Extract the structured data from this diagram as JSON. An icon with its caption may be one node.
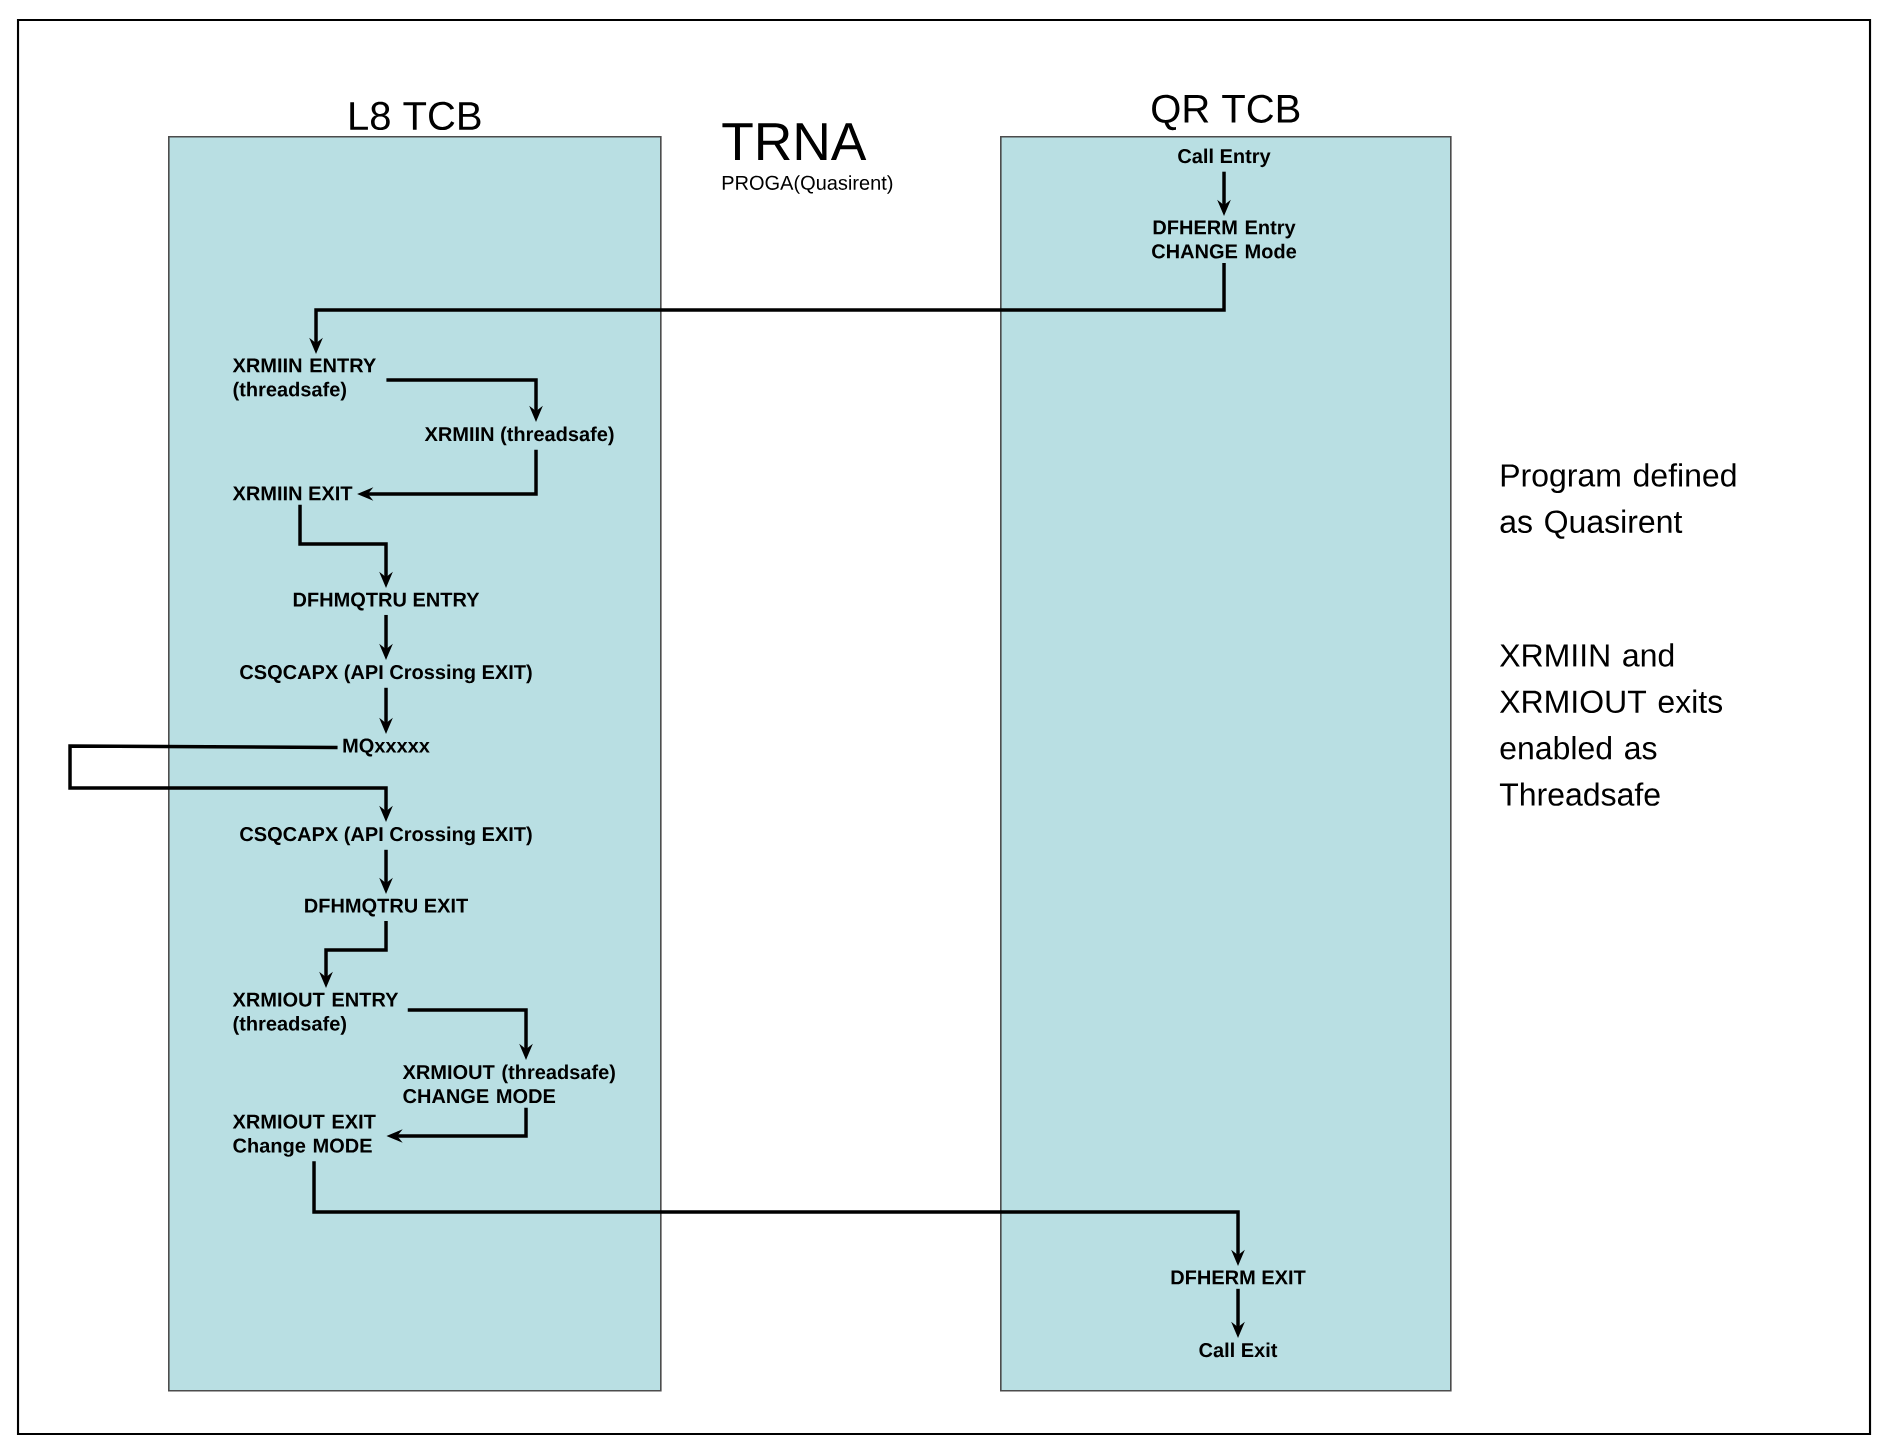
{
  "diagram": {
    "nodes": [
      {
        "text": [
          "L8 TCB"
        ]
      },
      {
        "text": [
          "QR TCB"
        ]
      },
      {
        "text": [
          "XRMIIN ENTRY (threadsafe)"
        ],
        "in": 0
      },
      {
        "text": [
          "XRMIIN (threadsafe)"
        ],
        "in": 0
      },
      {
        "text": [
          "XRMIIN EXIT"
        ],
        "in": 0
      },
      {
        "text": [
          "DFHMQTRU ENTRY"
        ],
        "in": 0
      },
      {
        "text": [
          "CSQCAPX (API Crossing EXIT)"
        ],
        "in": 0
      },
      {
        "text": [
          "MQxxxxx"
        ],
        "in": 0
      },
      {
        "text": [
          "CSQCAPX (API Crossing EXIT)"
        ],
        "in": 0
      },
      {
        "text": [
          "DFHMQTRU EXIT"
        ],
        "in": 0
      },
      {
        "text": [
          "XRMIOUT ENTRY (threadsafe)"
        ],
        "in": 0
      },
      {
        "text": [
          "XRMIOUT (threadsafe) CHANGE MODE"
        ],
        "in": 0
      },
      {
        "text": [
          "XRMIOUT EXIT Change MODE"
        ],
        "in": 0
      },
      {
        "text": [
          "Call Entry"
        ],
        "in": 1
      },
      {
        "text": [
          "DFHERM Entry CHANGE Mode"
        ],
        "in": 1
      },
      {
        "text": [
          "DFHERM EXIT"
        ],
        "in": 1
      },
      {
        "text": [
          "Call Exit"
        ],
        "in": 1
      }
    ],
    "edges": [
      {
        "from": 13,
        "to": 14,
        "arrow": "to"
      },
      {
        "from": 14,
        "to": 2,
        "arrow": "to"
      },
      {
        "from": 2,
        "to": 3,
        "arrow": "to"
      },
      {
        "from": 3,
        "to": 4,
        "arrow": "to"
      },
      {
        "from": 4,
        "to": 5,
        "arrow": "to"
      },
      {
        "from": 5,
        "to": 6,
        "arrow": "to"
      },
      {
        "from": 6,
        "to": 7,
        "arrow": "to"
      },
      {
        "from": 7,
        "to": 8,
        "arrow": "to"
      },
      {
        "from": 8,
        "to": 9,
        "arrow": "to"
      },
      {
        "from": 9,
        "to": 10,
        "arrow": "to"
      },
      {
        "from": 10,
        "to": 11,
        "arrow": "to"
      },
      {
        "from": 11,
        "to": 12,
        "arrow": "to"
      },
      {
        "from": 12,
        "to": 15,
        "arrow": "to"
      },
      {
        "from": 15,
        "to": 16,
        "arrow": "to"
      }
    ],
    "labels": [
      "TRNA",
      "PROGA(Quasirent)",
      "Program defined as Quasirent",
      "XRMIIN and XRMIOUT exits enabled as Threadsafe"
    ]
  }
}
